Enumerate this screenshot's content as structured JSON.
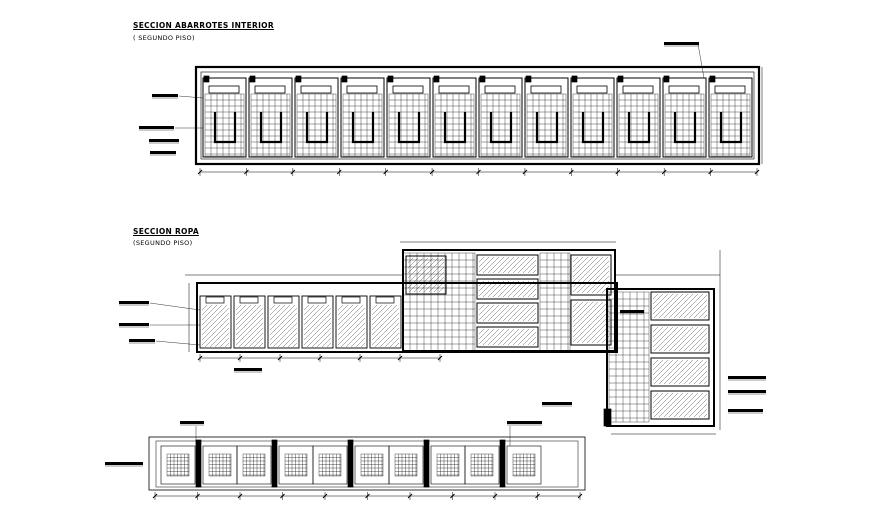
{
  "drawing": {
    "sections": [
      {
        "title": "SECCION ABARROTES INTERIOR",
        "subtitle": "( SEGUNDO PISO)"
      },
      {
        "title": "SECCION ROPA",
        "subtitle": "(SEGUNDO PISO)"
      }
    ],
    "colors": {
      "line": "#000000",
      "background": "#ffffff"
    }
  }
}
